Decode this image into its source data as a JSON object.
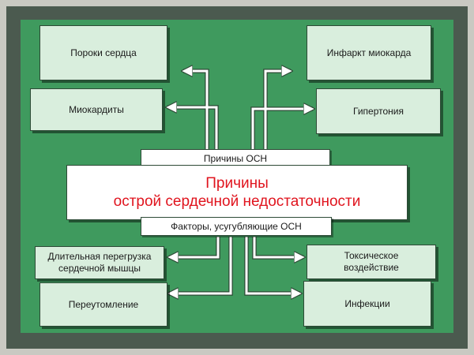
{
  "diagram": {
    "top_left": [
      "Пороки сердца",
      "Миокардиты"
    ],
    "top_right": [
      "Инфаркт миокарда",
      "Гипертония"
    ],
    "causes_tab": "Причины ОСН",
    "center_line1": "Причины",
    "center_line2": "острой сердечной недостаточности",
    "factors_tab": "Факторы, усугубляющие ОСН",
    "bottom_left": [
      "Длительная перегрузка\nсердечной мышцы",
      "Переутомление"
    ],
    "bottom_right": [
      "Токсическое\nвоздействие",
      "Инфекции"
    ]
  },
  "colors": {
    "frame": "#4b5a4f",
    "background": "#3f9a5e",
    "box": "#d9eedd",
    "center_text": "#e0141e"
  }
}
